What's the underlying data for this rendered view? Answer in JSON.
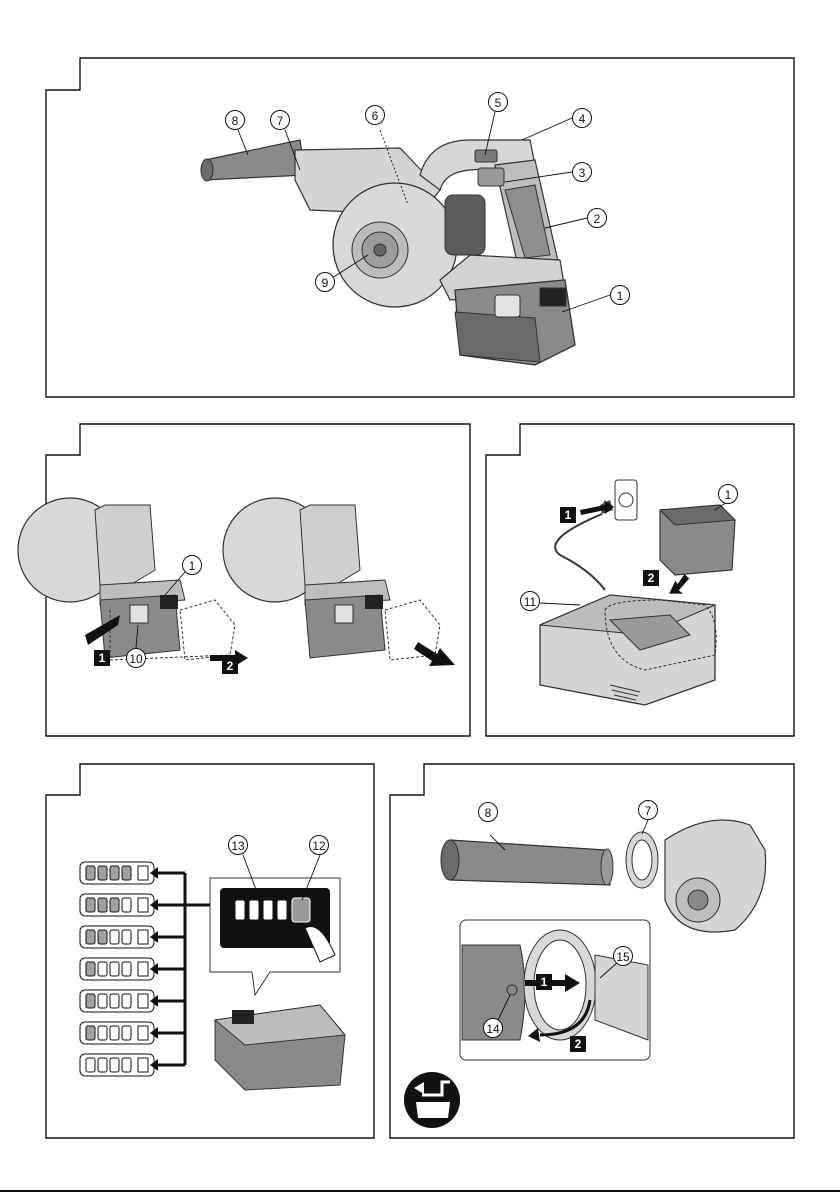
{
  "figure1": {
    "callouts": [
      "1",
      "2",
      "3",
      "4",
      "5",
      "6",
      "7",
      "8",
      "9"
    ]
  },
  "figure2": {
    "callouts": [
      "1",
      "10"
    ],
    "steps": [
      "1",
      "2"
    ]
  },
  "figure3": {
    "callouts": [
      "1",
      "11"
    ],
    "steps": [
      "1",
      "2"
    ]
  },
  "figure4": {
    "callouts": [
      "13",
      "12"
    ],
    "indicator_rows": 7
  },
  "figure5": {
    "callouts": [
      "8",
      "7",
      "15",
      "14"
    ],
    "steps": [
      "1",
      "2"
    ]
  }
}
